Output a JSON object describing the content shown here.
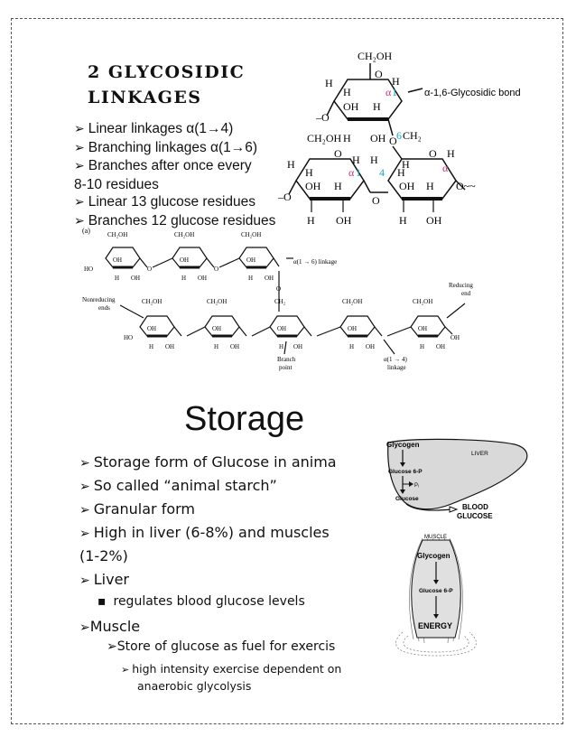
{
  "glycosidic": {
    "title_line1": "2 GLYCOSIDIC",
    "title_line2": "LINKAGES",
    "bullets": [
      "Linear linkages α(1→4)",
      "Branching linkages α(1→6)",
      "Branches after once every",
      "8-10 residues",
      "Linear 13 glucose residues",
      "Branches 12 glucose residues"
    ],
    "top_structure": {
      "bond_label": "α-1,6-Glycosidic bond",
      "ch2oh": "CH₂OH",
      "ch2": "CH₂",
      "alpha": "α",
      "one": "1",
      "four": "4",
      "six": "6"
    },
    "glycogen_diagram": {
      "panel": "(a)",
      "branch_linkage": "α(1 → 6) linkage",
      "linear_linkage_1": "α(1 → 4)",
      "linear_linkage_2": "linkage",
      "reducing_end_1": "Reducing",
      "reducing_end_2": "end",
      "nonreducing_1": "Nonreducing",
      "nonreducing_2": "ends",
      "branch_point_1": "Branch",
      "branch_point_2": "point"
    }
  },
  "storage": {
    "title": "Storage",
    "items": [
      "Storage form of Glucose in anima",
      "So called “animal starch”",
      "Granular form",
      "High in liver (6-8%) and muscles",
      "(1-2%)",
      "Liver",
      "regulates blood glucose levels",
      "Muscle",
      "Store of glucose as  fuel for exercis",
      "high intensity exercise dependent on",
      "anaerobic glycolysis"
    ],
    "liver_figure": {
      "glycogen": "Glycogen",
      "liver": "LIVER",
      "glucose6p": "Glucose 6-P",
      "pi": "Pᵢ",
      "glucose": "Glucose",
      "blood_glucose_1": "BLOOD",
      "blood_glucose_2": "GLUCOSE"
    },
    "muscle_figure": {
      "muscle": "MUSCLE",
      "glycogen": "Glycogen",
      "glucose6p": "Glucose 6-P",
      "energy": "ENERGY"
    }
  }
}
